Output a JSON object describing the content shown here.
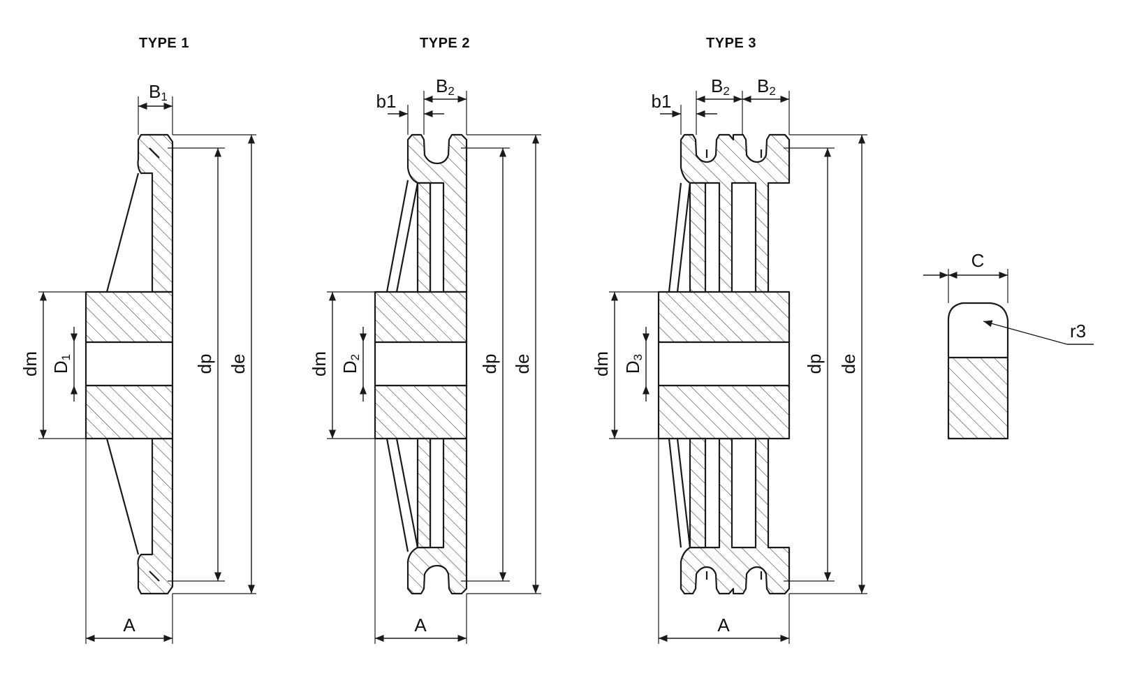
{
  "diagram": {
    "type1": {
      "title": "TYPE 1",
      "label_B": "B",
      "sub_B": "1",
      "label_D": "D",
      "sub_D": "1",
      "label_dm": "dm",
      "label_dp": "dp",
      "label_de": "de",
      "label_A": "A"
    },
    "type2": {
      "title": "TYPE 2",
      "label_b1": "b1",
      "label_B": "B",
      "sub_B": "2",
      "label_D": "D",
      "sub_D": "2",
      "label_dm": "dm",
      "label_dp": "dp",
      "label_de": "de",
      "label_A": "A"
    },
    "type3": {
      "title": "TYPE 3",
      "label_b1": "b1",
      "label_B_left": "B",
      "sub_B_left": "2",
      "label_B_right": "B",
      "sub_B_right": "2",
      "label_D": "D",
      "sub_D": "3",
      "label_dm": "dm",
      "label_dp": "dp",
      "label_de": "de",
      "label_A": "A"
    },
    "detail": {
      "label_C": "C",
      "label_r": "r3"
    }
  }
}
